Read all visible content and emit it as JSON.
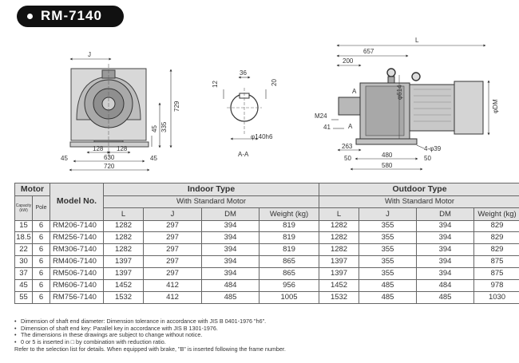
{
  "header": {
    "model": "RM-7140"
  },
  "drawing": {
    "front": {
      "labels": [
        "J",
        "729",
        "335",
        "45",
        "128",
        "128",
        "630",
        "45",
        "45",
        "720"
      ]
    },
    "shaft": {
      "labels": [
        "36",
        "12",
        "20",
        "φ140h6",
        "A-A"
      ]
    },
    "side": {
      "labels": [
        "L",
        "657",
        "200",
        "A",
        "φ614",
        "M24",
        "41",
        "A",
        "φDM",
        "263",
        "50",
        "480",
        "50",
        "580",
        "4-φ39"
      ]
    }
  },
  "table": {
    "group_headers": {
      "motor": "Motor",
      "model": "Model No.",
      "indoor": "Indoor Type",
      "outdoor": "Outdoor Type",
      "with_std_motor": "With Standard Motor"
    },
    "sub_headers": {
      "capacity": "Capacity (kW)",
      "pole": "Pole",
      "columns": [
        "L",
        "J",
        "DM",
        "Weight (kg)"
      ]
    },
    "rows": [
      {
        "cap": "15",
        "pole": "6",
        "model": "RM206-7140",
        "in_l": "1282",
        "in_j": "297",
        "in_dm": "394",
        "in_w": "819",
        "out_l": "1282",
        "out_j": "355",
        "out_dm": "394",
        "out_w": "829"
      },
      {
        "cap": "18.5",
        "pole": "6",
        "model": "RM256-7140",
        "in_l": "1282",
        "in_j": "297",
        "in_dm": "394",
        "in_w": "819",
        "out_l": "1282",
        "out_j": "355",
        "out_dm": "394",
        "out_w": "829"
      },
      {
        "cap": "22",
        "pole": "6",
        "model": "RM306-7140",
        "in_l": "1282",
        "in_j": "297",
        "in_dm": "394",
        "in_w": "819",
        "out_l": "1282",
        "out_j": "355",
        "out_dm": "394",
        "out_w": "829"
      },
      {
        "cap": "30",
        "pole": "6",
        "model": "RM406-7140",
        "in_l": "1397",
        "in_j": "297",
        "in_dm": "394",
        "in_w": "865",
        "out_l": "1397",
        "out_j": "355",
        "out_dm": "394",
        "out_w": "875"
      },
      {
        "cap": "37",
        "pole": "6",
        "model": "RM506-7140",
        "in_l": "1397",
        "in_j": "297",
        "in_dm": "394",
        "in_w": "865",
        "out_l": "1397",
        "out_j": "355",
        "out_dm": "394",
        "out_w": "875"
      },
      {
        "cap": "45",
        "pole": "6",
        "model": "RM606-7140",
        "in_l": "1452",
        "in_j": "412",
        "in_dm": "484",
        "in_w": "956",
        "out_l": "1452",
        "out_j": "485",
        "out_dm": "484",
        "out_w": "978"
      },
      {
        "cap": "55",
        "pole": "6",
        "model": "RM756-7140",
        "in_l": "1532",
        "in_j": "412",
        "in_dm": "485",
        "in_w": "1005",
        "out_l": "1532",
        "out_j": "485",
        "out_dm": "485",
        "out_w": "1030"
      }
    ]
  },
  "notes": [
    {
      "bullet": "•",
      "text": "Dimension of shaft end diameter: Dimension tolerance in accordance with JIS B 0401-1976 \"h6\"."
    },
    {
      "bullet": "•",
      "text": "Dimension of shaft end key: Parallel key in accordance with JIS B 1301-1976."
    },
    {
      "bullet": "•",
      "text": "The dimensions in these drawings are subject to change without notice."
    },
    {
      "bullet": "•",
      "text": "0 or 5 is inserted in □ by combination with reduction ratio."
    },
    {
      "bullet": "",
      "text": "Refer to the selection list for details. When equipped with brake, \"B\" is inserted following the frame number."
    }
  ]
}
